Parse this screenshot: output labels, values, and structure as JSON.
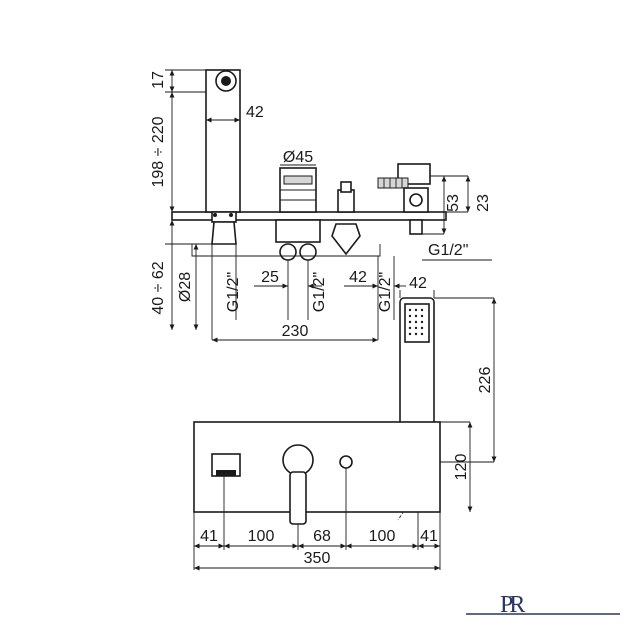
{
  "dimensions": {
    "top_view": {
      "spout_height": "17",
      "body_height": "198 ÷ 220",
      "spout_projection": "42",
      "lever_diameter": "Ø45",
      "below_deck": "40 ÷ 62",
      "inlet_diameter": "Ø28",
      "inlet_spacing_a": "25",
      "inlet_spacing_b": "42",
      "thread_1": "G1/2\"",
      "thread_2": "G1/2\"",
      "thread_3": "G1/2\"",
      "overall_width": "230"
    },
    "hose_holder": {
      "height": "53",
      "depth": "23",
      "thread": "G1/2\""
    },
    "hand_shower": {
      "width": "42",
      "length": "226",
      "holder_height": "120"
    },
    "front_view": {
      "segments": [
        "41",
        "100",
        "68",
        "100",
        "41"
      ],
      "total": "350"
    }
  },
  "logo": {
    "text": "PR"
  },
  "colors": {
    "line": "#1a1a1a",
    "background": "#ffffff",
    "fill_grey": "#d6d6d6"
  }
}
